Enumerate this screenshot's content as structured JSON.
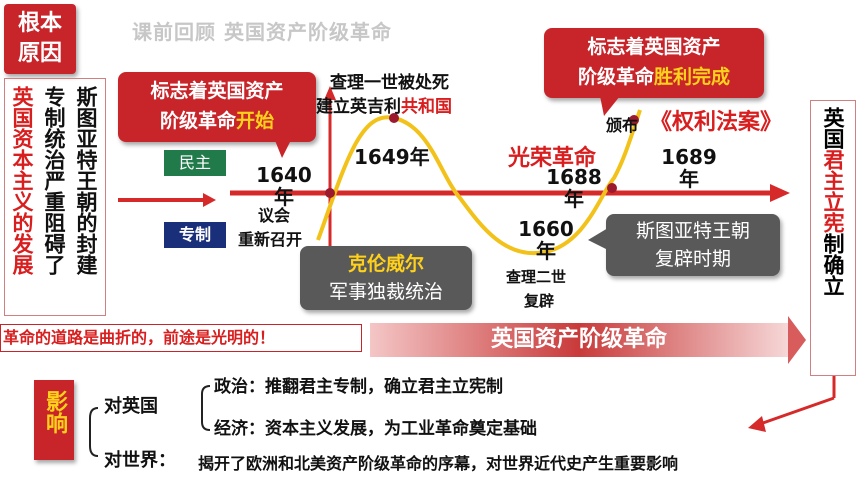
{
  "header": {
    "title": "课前回顾  英国资产阶级革命"
  },
  "root_cause": {
    "title_line1": "根本",
    "title_line2": "原因",
    "col1": "英国资本主义的发展",
    "col2": "专制统治严重阻碍了",
    "col3": "斯图亚特王朝的封建"
  },
  "legend": {
    "democracy": "民主",
    "autocracy": "专制"
  },
  "bubbles": {
    "start": {
      "line1": "标志着英国资产",
      "line2_a": "阶级革命",
      "line2_b": "开始"
    },
    "complete": {
      "line1": "标志着英国资产",
      "line2_a": "阶级革命",
      "line2_b": "胜利完成"
    }
  },
  "events": {
    "charles_execution_line1": "查理一世被处死",
    "charles_execution_line2_a": "建立英吉利",
    "charles_execution_line2_b": "共和国",
    "year_1649": "1649年",
    "year_1640_a": "1640",
    "year_1640_b": "年",
    "parliament_line1": "议会",
    "parliament_line2": "重新召开",
    "cromwell_line1": "克伦威尔",
    "cromwell_line2": "军事独裁统治",
    "year_1660_a": "1660",
    "year_1660_b": "年",
    "charles2_line1": "查理二世",
    "charles2_line2": "复辟",
    "glorious": "光荣革命",
    "year_1688_a": "1688",
    "year_1688_b": "年",
    "issue": "颁布",
    "bill_of_rights": "《权利法案》",
    "year_1689_a": "1689",
    "year_1689_b": "年",
    "stuart_line1": "斯图亚特王朝",
    "stuart_line2": "复辟时期"
  },
  "right_box": {
    "text_a": "英国",
    "text_b": "君主立宪",
    "text_c": "制确立"
  },
  "revolution_note": {
    "a": "革命的道路是",
    "b": "曲折",
    "c": "的，前途是光明的！"
  },
  "revolution_banner": "英国资产阶级革命",
  "impact": {
    "title": "影响",
    "britain_label": "对英国",
    "politics": "政治：推翻君主专制，确立君主立宪制",
    "economy": "经济：资本主义发展，为工业革命奠定基础",
    "world_label": "对世界：",
    "world_text": "揭开了欧洲和北美资产阶级革命的序幕，对世界近代史产生重要影响"
  },
  "colors": {
    "accent_red": "#d81e1e",
    "bubble_red": "#c8252b",
    "curve_yellow": "#f2c21a",
    "axis_red": "#d62a2a",
    "grey": "#595959"
  }
}
